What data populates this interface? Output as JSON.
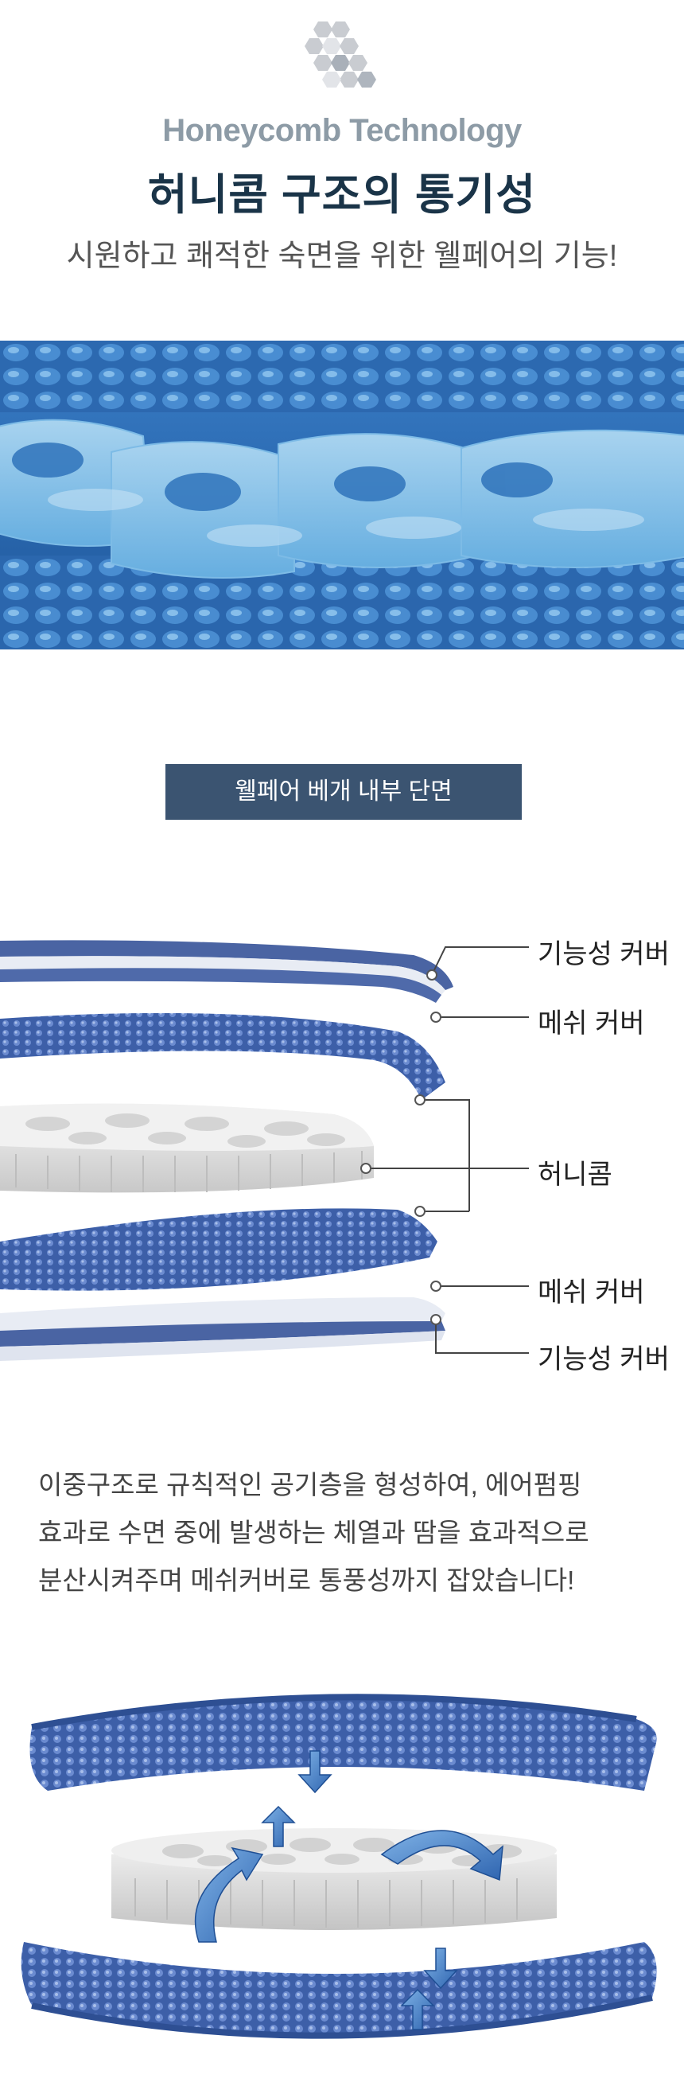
{
  "header": {
    "logo_icon": "honeycomb-hexagons-icon",
    "english_title": "Honeycomb Technology",
    "korean_title": "허니콤 구조의 통기성",
    "subtitle": "시원하고 쾌적한 숙면을 위한 웰페어의 기능!"
  },
  "section": {
    "badge": "웰페어 베개 내부 단면"
  },
  "diagram": {
    "labels": [
      "기능성 커버",
      "메쉬 커버",
      "허니콤",
      "메쉬 커버",
      "기능성 커버"
    ]
  },
  "description": {
    "lines": [
      "이중구조로  규칙적인  공기층을  형성하여,  에어펌핑",
      "효과로  수면  중에  발생하는  체열과  땀을  효과적으로",
      "분산시켜주며 메쉬커버로 통풍성까지 잡았습니다!"
    ]
  },
  "colors": {
    "title": "#1a3448",
    "english_title": "#8d9ba6",
    "badge_bg": "#3b5471",
    "mesh_blue": "#3d5fa8",
    "arrow_blue": "#3f7cc4"
  }
}
